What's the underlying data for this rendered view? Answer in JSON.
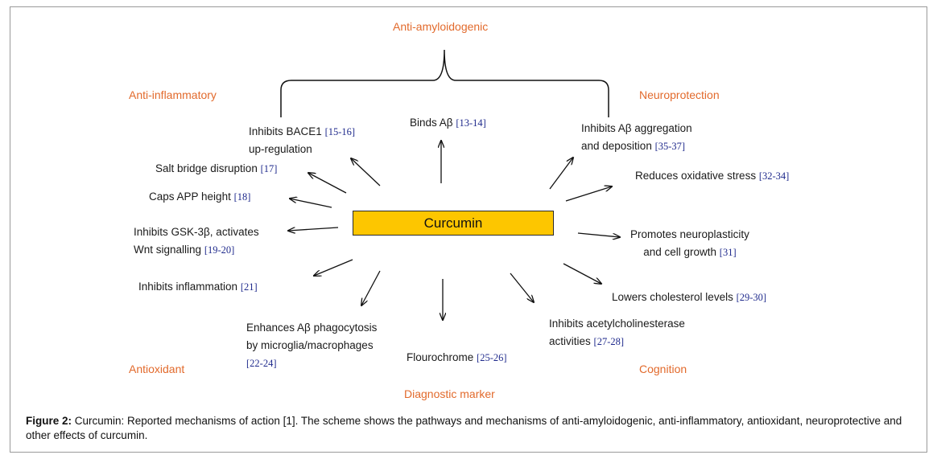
{
  "center": "Curcumin",
  "categories": {
    "anti_amyloidogenic": "Anti-amyloidogenic",
    "anti_inflammatory": "Anti-inflammatory",
    "neuroprotection": "Neuroprotection",
    "antioxidant": "Antioxidant",
    "cognition": "Cognition",
    "diagnostic_marker": "Diagnostic marker"
  },
  "mechanisms": {
    "bace1": {
      "line1": "Inhibits BACE1",
      "line2": "up-regulation",
      "ref": "[15-16]"
    },
    "binds": {
      "text": "Binds Aβ",
      "ref": "[13-14]"
    },
    "aggregation": {
      "line1": "Inhibits Aβ aggregation",
      "line2": "and deposition",
      "ref": "[35-37]"
    },
    "salt": {
      "text": "Salt bridge disruption",
      "ref": "[17]"
    },
    "oxidative": {
      "text": "Reduces oxidative stress",
      "ref": "[32-34]"
    },
    "caps": {
      "text": "Caps APP height",
      "ref": "[18]"
    },
    "gsk": {
      "line1": "Inhibits GSK-3β, activates",
      "line2": "Wnt signalling",
      "ref": "[19-20]"
    },
    "neuroplasticity": {
      "line1": "Promotes neuroplasticity",
      "line2": "and cell growth",
      "ref": "[31]"
    },
    "inflammation": {
      "text": "Inhibits inflammation",
      "ref": "[21]"
    },
    "cholesterol": {
      "text": "Lowers cholesterol levels",
      "ref": "[29-30]"
    },
    "phagocytosis": {
      "line1": "Enhances Aβ phagocytosis",
      "line2": "by microglia/macrophages",
      "ref": "[22-24]"
    },
    "fluorochrome": {
      "text": "Flourochrome",
      "ref": "[25-26]"
    },
    "ache": {
      "line1": "Inhibits acetylcholinesterase",
      "line2": "activities",
      "ref": "[27-28]"
    }
  },
  "caption": {
    "label": "Figure 2:",
    "text": " Curcumin: Reported mechanisms of action [1]. The scheme shows the pathways and mechanisms of anti-amyloidogenic, anti-inflammatory, antioxidant, neuroprotective and other effects of curcumin."
  }
}
